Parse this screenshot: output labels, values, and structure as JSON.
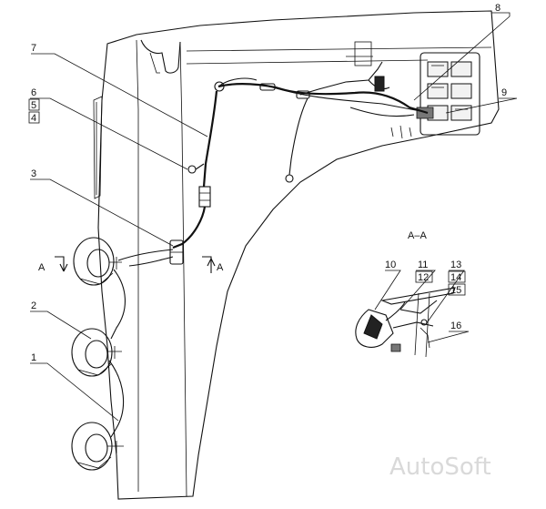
{
  "diagram": {
    "callouts": {
      "c1": "1",
      "c2": "2",
      "c3": "3",
      "c4": "4",
      "c5": "5",
      "c6": "6",
      "c7": "7",
      "c8": "8",
      "c9": "9",
      "c10": "10",
      "c11": "11",
      "c12": "12",
      "c13": "13",
      "c14": "14",
      "c15": "15",
      "c16": "16"
    },
    "section_marker": "A",
    "section_view_title": "A–A",
    "watermark": "AutoSoft"
  }
}
